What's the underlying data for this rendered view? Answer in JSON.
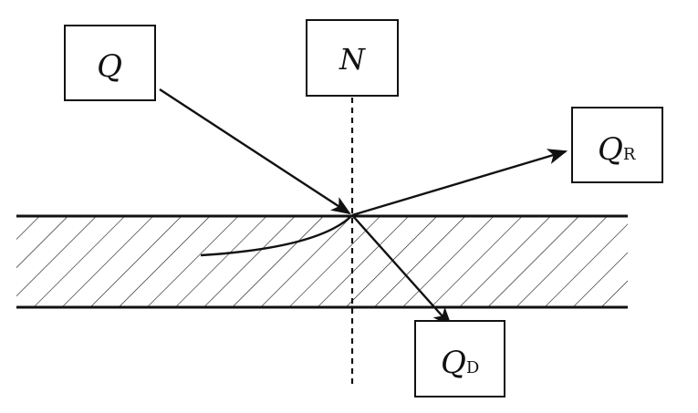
{
  "diagram": {
    "incident": {
      "label": "Q"
    },
    "normal": {
      "label": "N"
    },
    "reflected": {
      "label": "Q",
      "subscript": "R"
    },
    "transmitted": {
      "label": "Q",
      "subscript": "D"
    }
  },
  "colors": {
    "ink": "#111111",
    "background": "#ffffff"
  }
}
